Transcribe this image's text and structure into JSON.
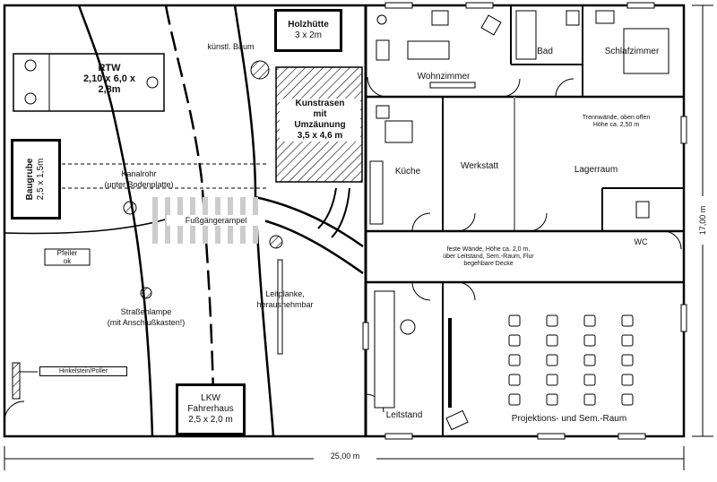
{
  "dimensions": {
    "width_label": "25,00 m",
    "height_label": "17,00 m"
  },
  "outdoor": {
    "ambulance": {
      "title": "RTW",
      "size": "2,10 x 6,0 x",
      "height": "2,8m"
    },
    "pit": {
      "title": "Baugrube",
      "size": "2,5 x 1,5m"
    },
    "drain_pipe": {
      "line1": "Kanalrohr",
      "line2": "(unter Bodenplatte)"
    },
    "hut": {
      "title": "Holzhütte",
      "size": "3 x 2m"
    },
    "artificial_tree": "künstl. Baum",
    "art_mass": {
      "line1": "Kunstrasen",
      "line2": "mit",
      "line3": "Umzäunung",
      "size": "3,5 x 4,6 m"
    },
    "pedestrian_light": "Fußgängerampel",
    "small_sign": {
      "line1": "Pfeiler",
      "line2": "ok"
    },
    "guardrail": {
      "line1": "Leitplanke,",
      "line2": "herausnehmbar"
    },
    "street_lamp": {
      "line1": "Straßenlampe",
      "line2": "(mit Anschlußkasten!)"
    },
    "bollard_label": "Hinkelstein/Poller",
    "truck_cab": {
      "title": "LKW",
      "line2": "Fahrerhaus",
      "size": "2,5 x 2,0 m"
    }
  },
  "rooms": {
    "living": "Wohnzimmer",
    "bath": "Bad",
    "bedroom": "Schlafzimmer",
    "kitchen": "Küche",
    "workshop": "Werkstatt",
    "storage": "Lagerraum",
    "wc": "WC",
    "control": "Leitstand",
    "projection": "Projektions- und Sem.-Raum"
  },
  "notes": {
    "partition": {
      "line1": "Trennwände, oben offen",
      "line2": "Höhe ca. 2,50 m"
    },
    "walls": {
      "line1": "feste Wände, Höhe ca. 2,0 m,",
      "line2": "über Leitstand, Sem.-Raum, Flur",
      "line3": "begehbare Decke"
    }
  }
}
